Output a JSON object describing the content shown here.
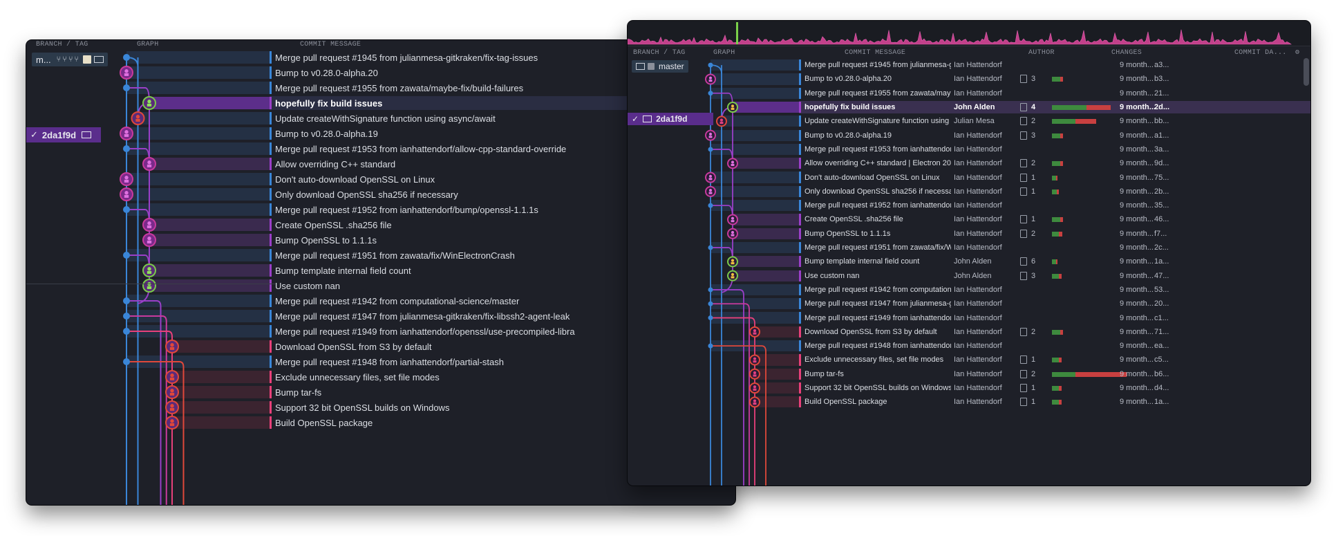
{
  "colors": {
    "background": "#1e2028",
    "lane_blue": "#3a86d8",
    "lane_purple": "#9a3fc8",
    "lane_magenta": "#c93a9e",
    "lane_pink": "#e8407a",
    "lane_red": "#e0483a",
    "row_blue": "#243044",
    "row_purple": "#3a2a4e",
    "row_red": "#3b2430",
    "selected": "#5a2d8c",
    "added": "#3e8a3e",
    "deleted": "#c84040"
  },
  "left": {
    "headers": {
      "branch": "BRANCH / TAG",
      "graph": "GRAPH",
      "message": "COMMIT MESSAGE"
    },
    "branch_label": "m...",
    "selected_label": "2da1f9d",
    "check_icon": "check-icon",
    "laptop_icon": "laptop-icon"
  },
  "right": {
    "headers": {
      "branch": "BRANCH / TAG",
      "graph": "GRAPH",
      "message": "COMMIT MESSAGE",
      "author": "AUTHOR",
      "changes": "CHANGES",
      "date": "COMMIT DA..."
    },
    "branch_label": "master",
    "selected_label": "2da1f9d",
    "settings_icon": "gear-icon"
  },
  "commits": [
    {
      "message": "Merge pull request #1945 from julianmesa-gitkraken/fix-tag-issues",
      "message_r": "Merge pull request #1945 from julianmesa-gitkr...",
      "author": "Ian Hattendorf",
      "files": "",
      "add": 0,
      "del": 0,
      "date": "9 month...",
      "sha": "a3..."
    },
    {
      "message": "Bump to v0.28.0-alpha.20",
      "message_r": "Bump to v0.28.0-alpha.20",
      "author": "Ian Hattendorf",
      "files": "3",
      "add": 12,
      "del": 4,
      "date": "9 month...",
      "sha": "b3..."
    },
    {
      "message": "Merge pull request #1955 from zawata/maybe-fix/build-failures",
      "message_r": "Merge pull request #1955 from zawata/maybe-fi...",
      "author": "Ian Hattendorf",
      "files": "",
      "add": 0,
      "del": 0,
      "date": "9 month...",
      "sha": "21..."
    },
    {
      "message": "hopefully fix build issues",
      "message_r": "hopefully fix build issues",
      "author": "John Alden",
      "files": "4",
      "add": 50,
      "del": 35,
      "date": "9 month...",
      "sha": "2d..."
    },
    {
      "message": "Update createWithSignature function using async/await",
      "message_r": "Update createWithSignature function using asyn...",
      "author": "Julian Mesa",
      "files": "2",
      "add": 34,
      "del": 30,
      "date": "9 month...",
      "sha": "bb..."
    },
    {
      "message": "Bump to v0.28.0-alpha.19",
      "message_r": "Bump to v0.28.0-alpha.19",
      "author": "Ian Hattendorf",
      "files": "3",
      "add": 12,
      "del": 4,
      "date": "9 month...",
      "sha": "a1..."
    },
    {
      "message": "Merge pull request #1953 from ianhattendorf/allow-cpp-standard-override",
      "message_r": "Merge pull request #1953 from ianhattendorf/all...",
      "author": "Ian Hattendorf",
      "files": "",
      "add": 0,
      "del": 0,
      "date": "9 month...",
      "sha": "3a..."
    },
    {
      "message": "Allow overriding C++ standard",
      "message_r": "Allow overriding C++ standard | Electron 20+ req...",
      "author": "Ian Hattendorf",
      "files": "2",
      "add": 12,
      "del": 4,
      "date": "9 month...",
      "sha": "9d..."
    },
    {
      "message": "Don't auto-download OpenSSL on Linux",
      "message_r": "Don't auto-download OpenSSL on Linux",
      "author": "Ian Hattendorf",
      "files": "1",
      "add": 6,
      "del": 2,
      "date": "9 month...",
      "sha": "75..."
    },
    {
      "message": "Only download OpenSSL sha256 if necessary",
      "message_r": "Only download OpenSSL sha256 if necessary",
      "author": "Ian Hattendorf",
      "files": "1",
      "add": 7,
      "del": 3,
      "date": "9 month...",
      "sha": "2b..."
    },
    {
      "message": "Merge pull request #1952 from ianhattendorf/bump/openssl-1.1.1s",
      "message_r": "Merge pull request #1952 from ianhattendorf/bu...",
      "author": "Ian Hattendorf",
      "files": "",
      "add": 0,
      "del": 0,
      "date": "9 month...",
      "sha": "35..."
    },
    {
      "message": "Create OpenSSL .sha256 file",
      "message_r": "Create OpenSSL .sha256 file",
      "author": "Ian Hattendorf",
      "files": "1",
      "add": 12,
      "del": 4,
      "date": "9 month...",
      "sha": "46..."
    },
    {
      "message": "Bump OpenSSL to 1.1.1s",
      "message_r": "Bump OpenSSL to 1.1.1s",
      "author": "Ian Hattendorf",
      "files": "2",
      "add": 10,
      "del": 5,
      "date": "9 month...",
      "sha": "f7..."
    },
    {
      "message": "Merge pull request #1951 from zawata/fix/WinElectronCrash",
      "message_r": "Merge pull request #1951 from zawata/fix/WinEle...",
      "author": "Ian Hattendorf",
      "files": "",
      "add": 0,
      "del": 0,
      "date": "9 month...",
      "sha": "2c..."
    },
    {
      "message": "Bump template internal field count",
      "message_r": "Bump template internal field count",
      "author": "John Alden",
      "files": "6",
      "add": 6,
      "del": 2,
      "date": "9 month...",
      "sha": "1a..."
    },
    {
      "message": "Use custom nan",
      "message_r": "Use custom nan",
      "author": "John Alden",
      "files": "3",
      "add": 10,
      "del": 4,
      "date": "9 month...",
      "sha": "47..."
    },
    {
      "message": "Merge pull request #1942 from computational-science/master",
      "message_r": "Merge pull request #1942 from computational-s...",
      "author": "Ian Hattendorf",
      "files": "",
      "add": 0,
      "del": 0,
      "date": "9 month...",
      "sha": "53..."
    },
    {
      "message": "Merge pull request #1947 from julianmesa-gitkraken/fix-libssh2-agent-leak",
      "message_r": "Merge pull request #1947 from julianmesa-gitkr...",
      "author": "Ian Hattendorf",
      "files": "",
      "add": 0,
      "del": 0,
      "date": "9 month...",
      "sha": "20..."
    },
    {
      "message": "Merge pull request #1949 from ianhattendorf/openssl/use-precompiled-libra",
      "message_r": "Merge pull request #1949 from ianhattendorf/op...",
      "author": "Ian Hattendorf",
      "files": "",
      "add": 0,
      "del": 0,
      "date": "9 month...",
      "sha": "c1..."
    },
    {
      "message": "Download OpenSSL from S3 by default",
      "message_r": "Download OpenSSL from S3 by default",
      "author": "Ian Hattendorf",
      "files": "2",
      "add": 12,
      "del": 4,
      "date": "9 month...",
      "sha": "71..."
    },
    {
      "message": "Merge pull request #1948 from ianhattendorf/partial-stash",
      "message_r": "Merge pull request #1948 from ianhattendorf/pa...",
      "author": "Ian Hattendorf",
      "files": "",
      "add": 0,
      "del": 0,
      "date": "9 month...",
      "sha": "ea..."
    },
    {
      "message": "Exclude unnecessary files, set file modes",
      "message_r": "Exclude unnecessary files, set file modes",
      "author": "Ian Hattendorf",
      "files": "1",
      "add": 10,
      "del": 4,
      "date": "9 month...",
      "sha": "c5..."
    },
    {
      "message": "Bump tar-fs",
      "message_r": "Bump tar-fs",
      "author": "Ian Hattendorf",
      "files": "2",
      "add": 34,
      "del": 74,
      "date": "9 month...",
      "sha": "b6..."
    },
    {
      "message": "Support 32 bit OpenSSL builds on Windows",
      "message_r": "Support 32 bit OpenSSL builds on Windows",
      "author": "Ian Hattendorf",
      "files": "1",
      "add": 10,
      "del": 4,
      "date": "9 month...",
      "sha": "d4..."
    },
    {
      "message": "Build OpenSSL package",
      "message_r": "Build OpenSSL package",
      "author": "Ian Hattendorf",
      "files": "1",
      "add": 10,
      "del": 4,
      "date": "9 month...",
      "sha": "1a..."
    }
  ]
}
